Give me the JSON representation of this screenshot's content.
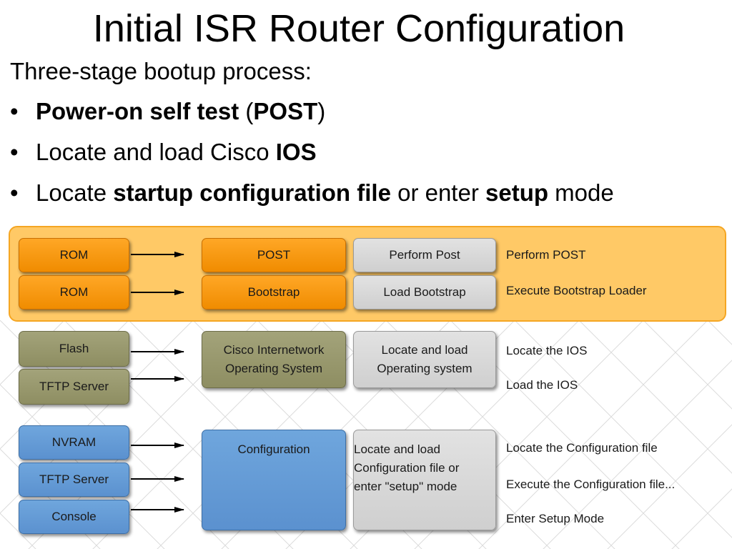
{
  "title": "Initial ISR Router Configuration",
  "intro": "Three-stage bootup process:",
  "bullets": [
    {
      "dot": "•",
      "part1_bold": "Power-on self test",
      "part2": " (",
      "part3_bold": "POST",
      "part4": ")"
    },
    {
      "dot": "•",
      "part1": "Locate and load Cisco ",
      "part2_bold": "IOS"
    },
    {
      "dot": "•",
      "part1": "Locate ",
      "part2_bold": "startup configuration file",
      "part3": " or enter ",
      "part4_bold": "setup",
      "part5": " mode"
    }
  ],
  "diagram": {
    "stage1": {
      "sources": [
        "ROM",
        "ROM"
      ],
      "items": [
        "POST",
        "Bootstrap"
      ],
      "actions": [
        "Perform Post",
        "Load Bootstrap"
      ],
      "labels": [
        "Perform POST",
        "Execute Bootstrap Loader"
      ]
    },
    "stage2": {
      "sources": [
        "Flash",
        "TFTP Server"
      ],
      "item_line1": "Cisco Internetwork",
      "item_line2": "Operating System",
      "action_line1": "Locate and load",
      "action_line2": "Operating system",
      "labels": [
        "Locate the IOS",
        "Load the IOS"
      ]
    },
    "stage3": {
      "sources": [
        "NVRAM",
        "TFTP Server",
        "Console"
      ],
      "item": "Configuration",
      "action_line1": "Locate and load",
      "action_line2": "Configuration file or",
      "action_line3": "enter \"setup\" mode",
      "labels": [
        "Locate the Configuration file",
        "Execute the Configuration file...",
        "Enter Setup Mode"
      ]
    }
  },
  "colors": {
    "orange": "#f7961d",
    "band": "#ffc966",
    "olive": "#9a9a6e",
    "blue": "#6299d6",
    "grey": "#d9d9d9"
  }
}
